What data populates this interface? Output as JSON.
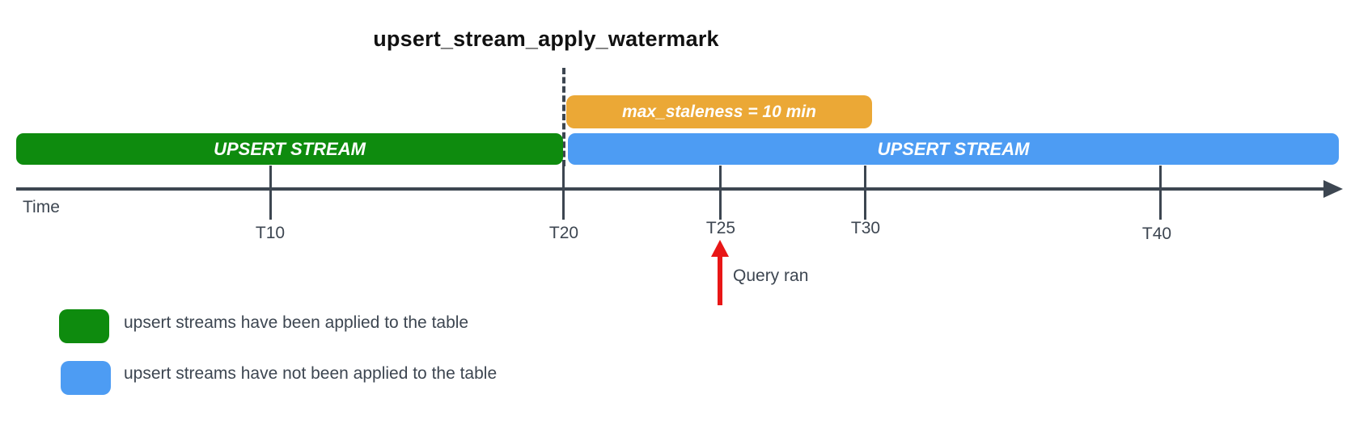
{
  "title": "upsert_stream_apply_watermark",
  "colors": {
    "green": "#0e8b0e",
    "blue": "#4d9cf3",
    "orange": "#eba836",
    "slate": "#3d4651",
    "red": "#e81616"
  },
  "bars": {
    "staleness": {
      "label": "max_staleness = 10 min",
      "color": "#eba836"
    },
    "applied": {
      "label": "UPSERT STREAM",
      "color": "#0e8b0e"
    },
    "not_applied": {
      "label": "UPSERT STREAM",
      "color": "#4d9cf3"
    }
  },
  "timeline": {
    "axis_label": "Time",
    "ticks": [
      {
        "label": "T10"
      },
      {
        "label": "T20"
      },
      {
        "label": "T25"
      },
      {
        "label": "T30"
      },
      {
        "label": "T40"
      }
    ]
  },
  "annotation": {
    "query_label": "Query ran",
    "at_tick": "T25"
  },
  "legend": [
    {
      "color": "#0e8b0e",
      "label": "upsert streams have been applied to the table"
    },
    {
      "color": "#4d9cf3",
      "label": "upsert streams have not been applied to the table"
    }
  ]
}
